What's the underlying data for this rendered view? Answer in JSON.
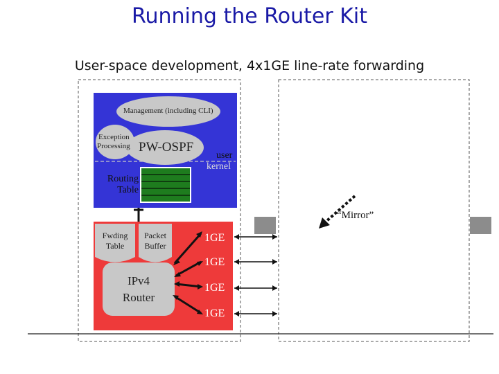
{
  "slide": {
    "title": "Running the Router Kit",
    "subtitle": "User-space development, 4x1GE line-rate forwarding"
  },
  "diagram": {
    "management_label": "Management (including CLI)",
    "exception_label_1": "Exception",
    "exception_label_2": "Processing",
    "pwospf_label": "PW-OSPF",
    "user_label": "user",
    "kernel_label": "kernel",
    "routing_label_1": "Routing",
    "routing_label_2": "Table",
    "fwding_label_1": "Fwding",
    "fwding_label_2": "Table",
    "packet_label_1": "Packet",
    "packet_label_2": "Buffer",
    "ipv4_label_1": "IPv4",
    "ipv4_label_2": "Router",
    "ports": [
      "1GE",
      "1GE",
      "1GE",
      "1GE"
    ],
    "mirror_label": "“Mirror”"
  },
  "colors": {
    "title": "#1a1aa6",
    "user_space": "#3434d6",
    "hardware": "#ee3a3a",
    "component": "#c8c8c8",
    "port_box": "#8c8c8c"
  }
}
